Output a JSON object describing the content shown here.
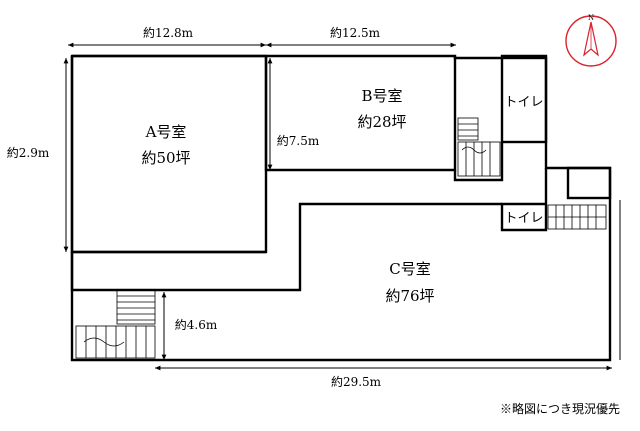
{
  "dimensions": {
    "top_left": "約12.8m",
    "top_right": "約12.5m",
    "left_height": "約2.9m",
    "b_height": "約7.5m",
    "c_height": "約4.6m",
    "bottom_width": "約29.5m"
  },
  "rooms": {
    "a": {
      "name": "A号室",
      "area": "約50坪"
    },
    "b": {
      "name": "B号室",
      "area": "約28坪"
    },
    "c": {
      "name": "C号室",
      "area": "約76坪"
    }
  },
  "toilets": {
    "upper": "トイレ",
    "lower": "トイレ"
  },
  "compass": {
    "label": "N"
  },
  "note": "※略図につき現況優先",
  "colors": {
    "compass": "#d9232e",
    "line": "#000000"
  }
}
